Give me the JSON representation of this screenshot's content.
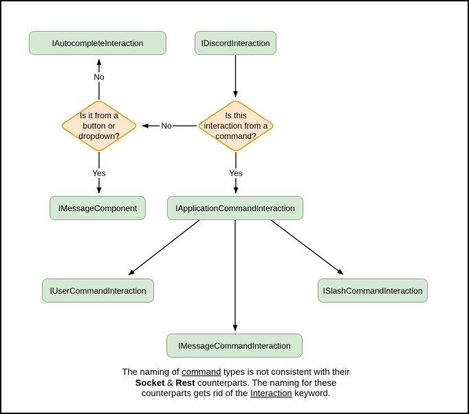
{
  "diagram": {
    "nodes": {
      "autocomplete": {
        "label": "IAutocompleteInteraction"
      },
      "discord": {
        "label": "IDiscordInteraction"
      },
      "button_dropdown_q": {
        "label": "Is it from a\nbutton or\ndropdown?"
      },
      "command_q": {
        "label": "Is this\ninteraction from a\ncommand?"
      },
      "message_component": {
        "label": "IMessageComponent"
      },
      "application_command": {
        "label": "IApplicationCommandInteraction"
      },
      "user_command": {
        "label": "IUserCommandInteraction"
      },
      "slash_command": {
        "label": "ISlashCommandInteraction"
      },
      "message_command": {
        "label": "IMessageCommandInteraction"
      }
    },
    "edge_labels": {
      "button_q_to_autocomplete": "No",
      "command_q_to_button_q": "No",
      "button_q_to_message_component": "Yes",
      "command_q_to_application_command": "Yes"
    },
    "note": {
      "lines": [
        [
          {
            "t": "The naming of "
          },
          {
            "t": "command",
            "u": true
          },
          {
            "t": " types is not consistent with their"
          }
        ],
        [
          {
            "t": "Socket",
            "b": true
          },
          {
            "t": " & "
          },
          {
            "t": "Rest",
            "b": true
          },
          {
            "t": " counterparts. The naming for these"
          }
        ],
        [
          {
            "t": "counterparts gets rid of the "
          },
          {
            "t": "Interaction",
            "u": true
          },
          {
            "t": " keyword."
          }
        ]
      ]
    },
    "colors": {
      "green_fill": "#d5e8d4",
      "green_stroke": "#82b366",
      "orange_fill": "#ffe6cc",
      "orange_stroke": "#d79b00",
      "line_color": "#000000",
      "bg": "#ffffff"
    }
  }
}
